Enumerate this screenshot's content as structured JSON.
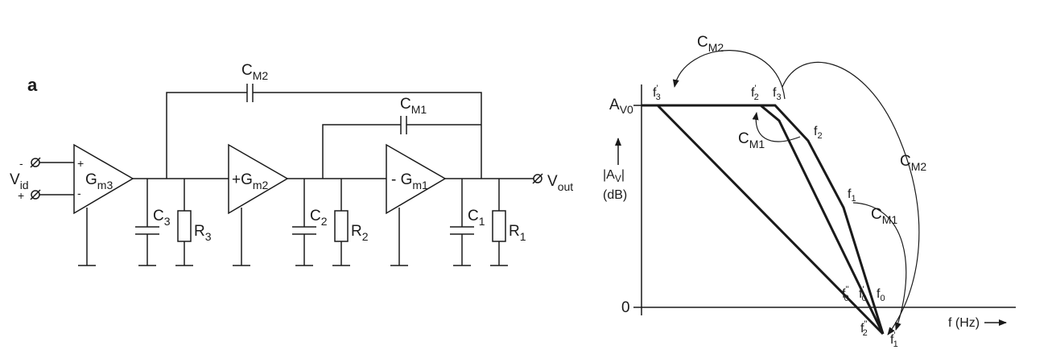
{
  "panel_a": {
    "panel_label": "a",
    "input": {
      "sym": "V",
      "sub": "id",
      "minus": "-",
      "plus": "+"
    },
    "output": {
      "sym": "V",
      "sub": "out"
    },
    "stages": [
      {
        "sign": "",
        "sym": "G",
        "sub": "m3",
        "in_plus": "+",
        "in_minus": "-"
      },
      {
        "sign": "+",
        "sym": "G",
        "sub": "m2"
      },
      {
        "sign": "- ",
        "sym": "G",
        "sub": "m1"
      }
    ],
    "caps": [
      {
        "sym": "C",
        "sub": "3"
      },
      {
        "sym": "C",
        "sub": "2"
      },
      {
        "sym": "C",
        "sub": "1"
      }
    ],
    "resistors": [
      {
        "sym": "R",
        "sub": "3"
      },
      {
        "sym": "R",
        "sub": "2"
      },
      {
        "sym": "R",
        "sub": "1"
      }
    ],
    "miller_caps": [
      {
        "sym": "C",
        "sub": "M2"
      },
      {
        "sym": "C",
        "sub": "M1"
      }
    ]
  },
  "panel_b": {
    "y_label": {
      "l1": "|A",
      "l1_sub": "V",
      "l1_end": "|",
      "l2": "(dB)"
    },
    "y_top": {
      "sym": "A",
      "sub": "V0"
    },
    "y_zero": "0",
    "x_label": "f (Hz)",
    "points": {
      "f3p": {
        "sym": "f",
        "sub": "3",
        "sup": "'"
      },
      "f2p": {
        "sym": "f",
        "sub": "2",
        "sup": "'"
      },
      "f3": {
        "sym": "f",
        "sub": "3"
      },
      "f2": {
        "sym": "f",
        "sub": "2"
      },
      "f1": {
        "sym": "f",
        "sub": "1"
      },
      "f0pp": {
        "sym": "f",
        "sub": "0",
        "sup": "''"
      },
      "f0p": {
        "sym": "f",
        "sub": "0",
        "sup": "'"
      },
      "f0": {
        "sym": "f",
        "sub": "0"
      },
      "f2pp": {
        "sym": "f",
        "sub": "2",
        "sup": "''"
      },
      "f1p": {
        "sym": "f",
        "sub": "1",
        "sup": "'"
      }
    },
    "arrows": {
      "cm2_top": {
        "sym": "C",
        "sub": "M2"
      },
      "cm1_left": {
        "sym": "C",
        "sub": "M1"
      },
      "cm2_right": {
        "sym": "C",
        "sub": "M2"
      },
      "cm1_right": {
        "sym": "C",
        "sub": "M1"
      }
    }
  }
}
